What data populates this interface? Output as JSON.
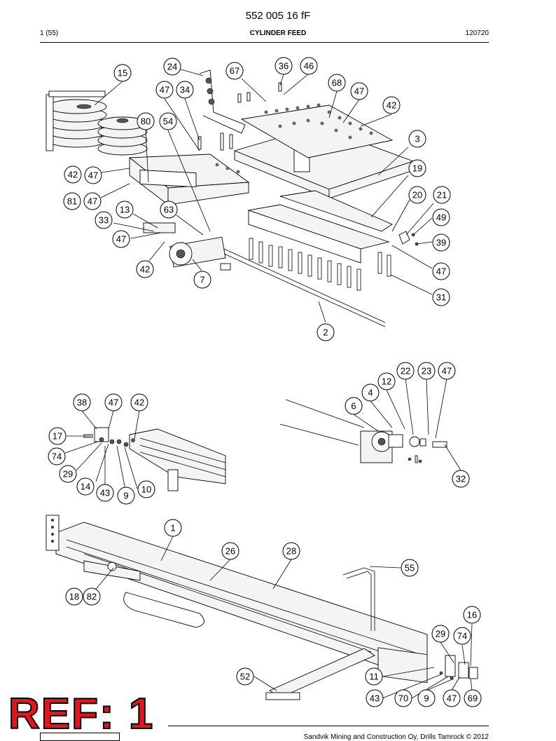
{
  "header": {
    "doc_number": "552 005 16 fF",
    "page": "1 (55)",
    "section_title": "CYLINDER FEED",
    "date_code": "120720"
  },
  "badge": {
    "text": "REF: 1",
    "color": "#e8141c"
  },
  "footer": {
    "copyright": "Sandvik Mining and Construction Oy, Drills Tamrock © 2012"
  },
  "callouts": {
    "c15": "15",
    "c24": "24",
    "c67": "67",
    "c36": "36",
    "c46": "46",
    "c68": "68",
    "c47a": "47",
    "c34": "34",
    "c47b": "47",
    "c42a": "42",
    "c80": "80",
    "c54": "54",
    "c3": "3",
    "c42b": "42",
    "c47c": "47",
    "c19": "19",
    "c81": "81",
    "c47d": "47",
    "c20": "20",
    "c21": "21",
    "c13": "13",
    "c63": "63",
    "c49": "49",
    "c33": "33",
    "c47e": "47",
    "c39": "39",
    "c42c": "42",
    "c7": "7",
    "c47f": "47",
    "c31": "31",
    "c2": "2",
    "c22": "22",
    "c23": "23",
    "c47g": "47",
    "c12": "12",
    "c4": "4",
    "c6": "6",
    "c32": "32",
    "c38": "38",
    "c47h": "47",
    "c42d": "42",
    "c17": "17",
    "c74a": "74",
    "c29a": "29",
    "c14": "14",
    "c43a": "43",
    "c9a": "9",
    "c10": "10",
    "c1": "1",
    "c26": "26",
    "c28": "28",
    "c55": "55",
    "c18": "18",
    "c82": "82",
    "c16": "16",
    "c29b": "29",
    "c74b": "74",
    "c52": "52",
    "c11": "11",
    "c43b": "43",
    "c70": "70",
    "c9b": "9",
    "c47i": "47",
    "c69": "69"
  }
}
